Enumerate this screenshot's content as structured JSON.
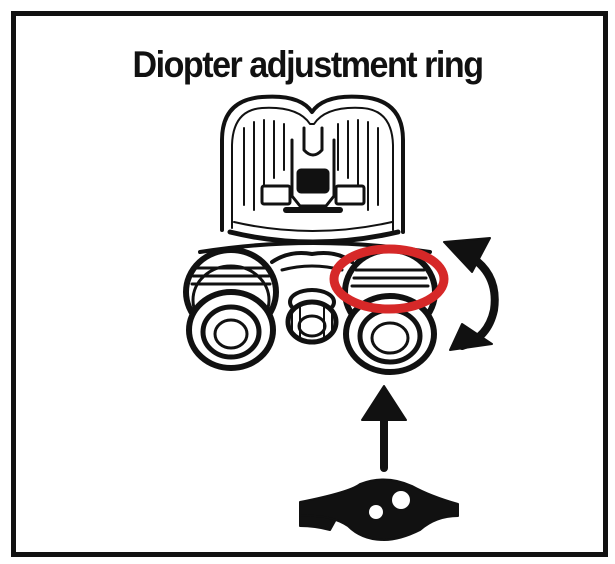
{
  "title": "Diopter adjustment ring",
  "colors": {
    "line": "#111111",
    "highlight": "#d62828",
    "background": "#ffffff"
  },
  "icons": {
    "binocular": "binocular-eyepieces-illustration",
    "highlight": "ring-highlight-ellipse",
    "rotation": "rotate-arrows-icon",
    "pointer": "up-arrow-icon",
    "eye": "eye-icon"
  }
}
